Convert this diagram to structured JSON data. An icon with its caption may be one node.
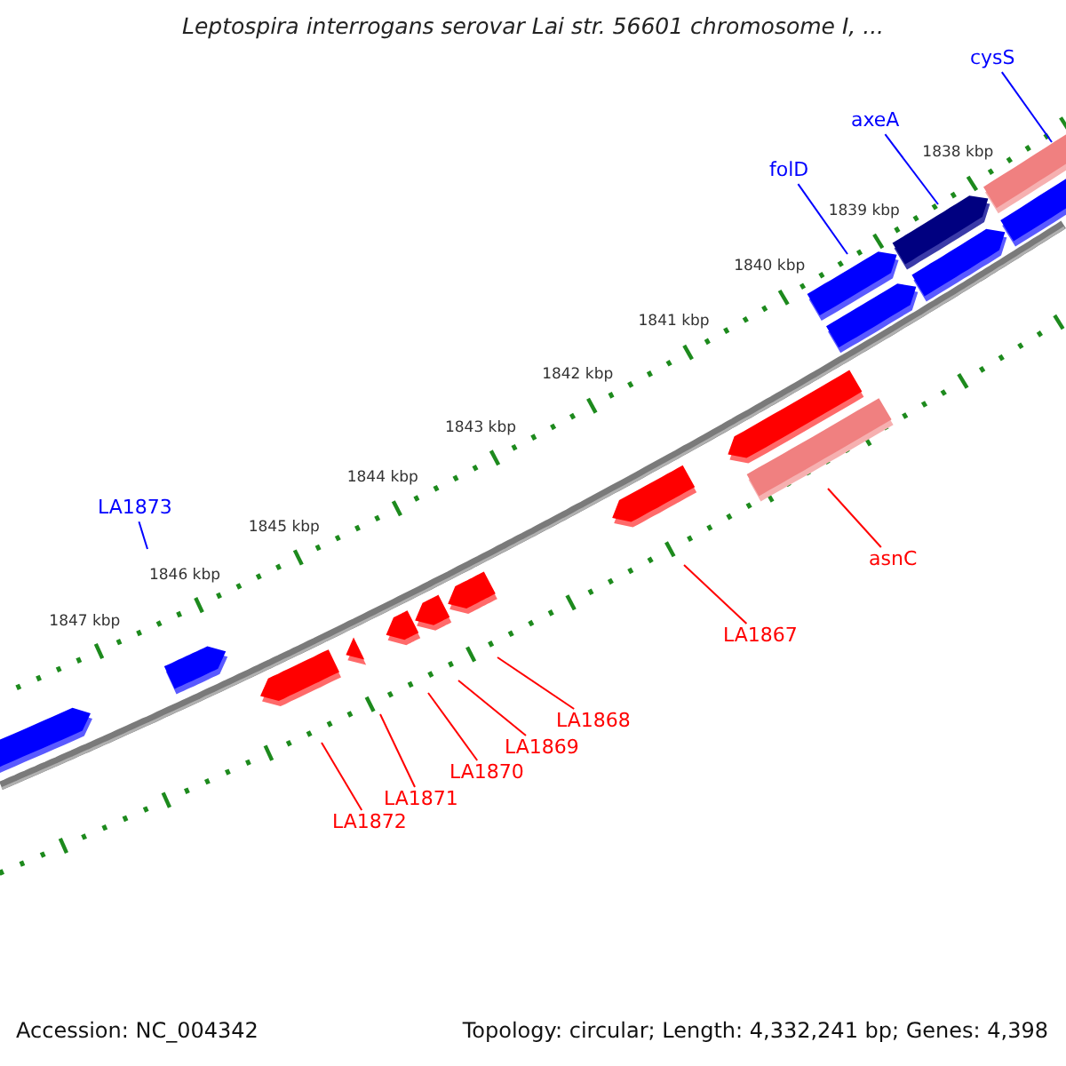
{
  "diagram": {
    "title": "Leptospira interrogans serovar Lai str. 56601 chromosome I, ...",
    "nodes": [
      {
        "text": [
          "cysS"
        ]
      },
      {
        "text": [
          "axeA"
        ]
      },
      {
        "text": [
          "folD"
        ]
      },
      {
        "text": [
          "LA1873"
        ]
      },
      {
        "text": [
          "asnC"
        ]
      },
      {
        "text": [
          "LA1867"
        ]
      },
      {
        "text": [
          "LA1868"
        ]
      },
      {
        "text": [
          "LA1869"
        ]
      },
      {
        "text": [
          "LA1870"
        ]
      },
      {
        "text": [
          "LA1871"
        ]
      },
      {
        "text": [
          "LA1872"
        ]
      }
    ],
    "edges": [
      {
        "from": 0,
        "to": null,
        "arrow": "none",
        "color": "#0000ff"
      },
      {
        "from": 1,
        "to": null,
        "arrow": "none",
        "color": "#0000ff"
      },
      {
        "from": 2,
        "to": null,
        "arrow": "none",
        "color": "#0000ff"
      },
      {
        "from": 3,
        "to": null,
        "arrow": "none",
        "color": "#0000ff"
      },
      {
        "from": 4,
        "to": null,
        "arrow": "none"
      },
      {
        "from": 5,
        "to": null,
        "arrow": "none"
      },
      {
        "from": 6,
        "to": null,
        "arrow": "none"
      },
      {
        "from": 7,
        "to": null,
        "arrow": "none"
      },
      {
        "from": 8,
        "to": null,
        "arrow": "none"
      },
      {
        "from": 9,
        "to": null,
        "arrow": "none"
      },
      {
        "from": 10,
        "to": null,
        "arrow": "none"
      }
    ],
    "labels": [
      "1838 kbp",
      "1839 kbp",
      "1840 kbp",
      "1841 kbp",
      "1842 kbp",
      "1843 kbp",
      "1844 kbp",
      "1845 kbp",
      "1846 kbp",
      "1847 kbp",
      "Accession: NC_004342",
      "Topology: circular; Length: 4,332,241 bp; Genes: 4,398"
    ]
  }
}
